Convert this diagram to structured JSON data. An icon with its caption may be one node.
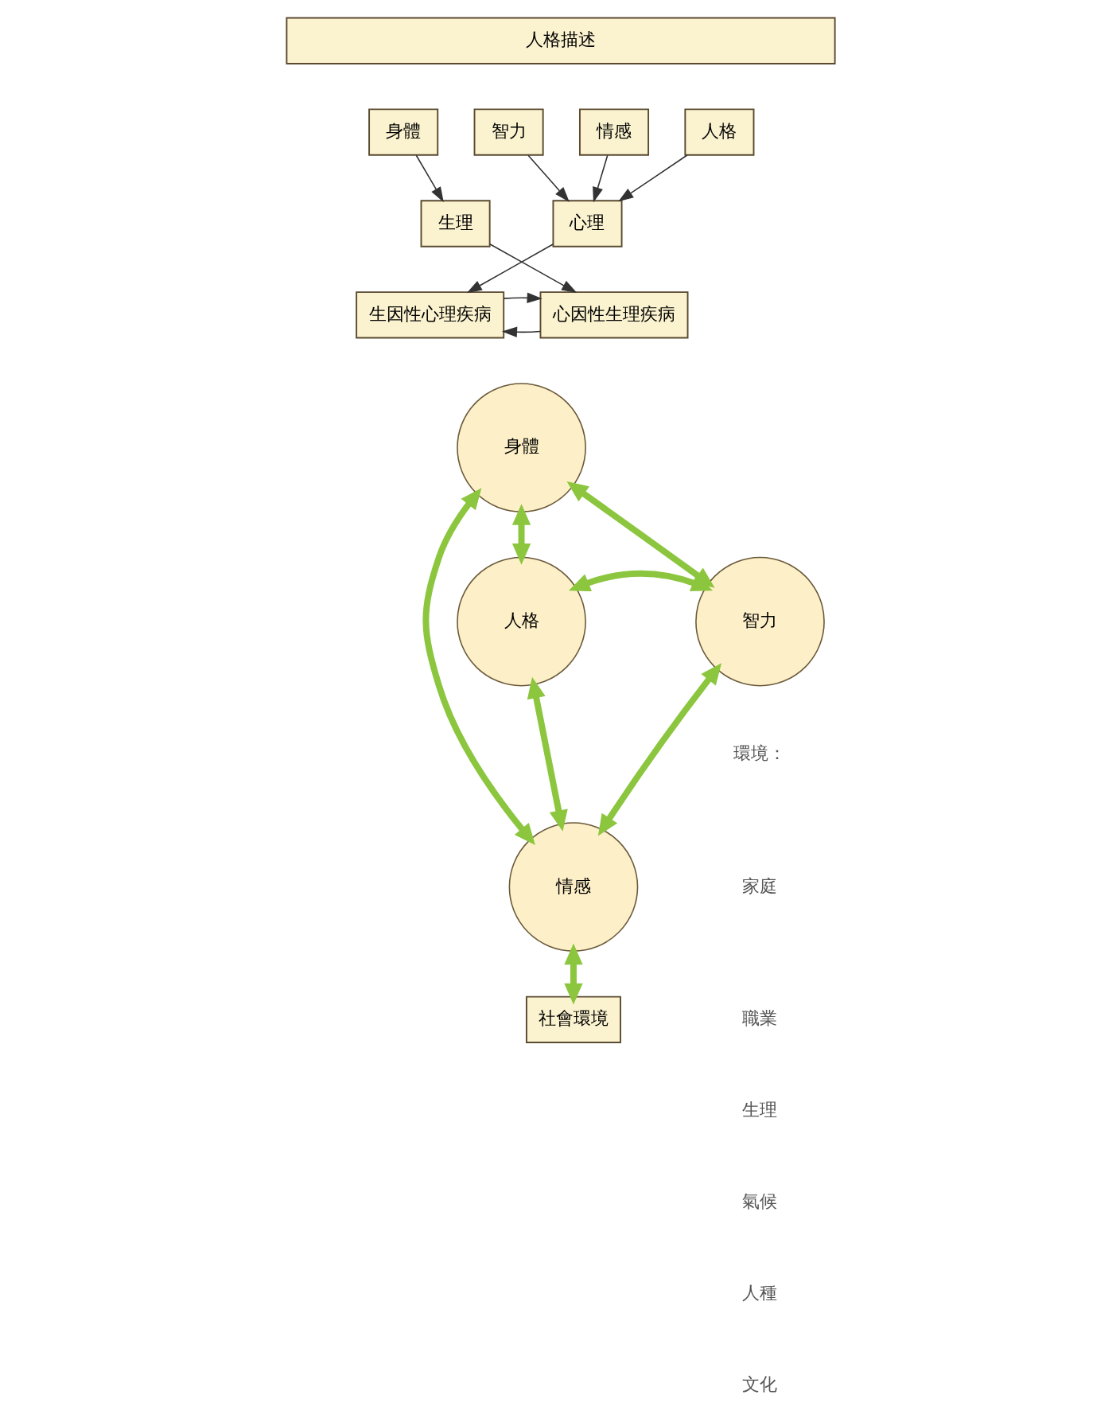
{
  "diagram": {
    "nodes": [
      {
        "text": [
          "人格描述"
        ]
      },
      {
        "text": [
          "身體"
        ]
      },
      {
        "text": [
          "智力"
        ]
      },
      {
        "text": [
          "情感"
        ]
      },
      {
        "text": [
          "人格"
        ]
      },
      {
        "text": [
          "生理"
        ]
      },
      {
        "text": [
          "心理"
        ]
      },
      {
        "text": [
          "生因性心理疾病"
        ]
      },
      {
        "text": [
          "心因性生理疾病"
        ]
      },
      {
        "text": [
          "身體"
        ]
      },
      {
        "text": [
          "人格"
        ]
      },
      {
        "text": [
          "智力"
        ]
      },
      {
        "text": [
          "情感"
        ]
      },
      {
        "text": [
          "社會環境"
        ]
      }
    ],
    "edges": [
      {
        "from": 1,
        "to": 5,
        "arrow": "to"
      },
      {
        "from": 2,
        "to": 6,
        "arrow": "to"
      },
      {
        "from": 3,
        "to": 6,
        "arrow": "to"
      },
      {
        "from": 4,
        "to": 6,
        "arrow": "to"
      },
      {
        "from": 5,
        "to": 8,
        "arrow": "to"
      },
      {
        "from": 6,
        "to": 7,
        "arrow": "to"
      },
      {
        "from": 8,
        "to": 7,
        "arrow": "to"
      },
      {
        "from": 7,
        "to": 8,
        "arrow": "to"
      },
      {
        "from": 9,
        "to": 10,
        "arrow": "both",
        "style": "thick",
        "color": "#8cc63f"
      },
      {
        "from": 9,
        "to": 11,
        "arrow": "both",
        "style": "thick",
        "color": "#8cc63f"
      },
      {
        "from": 10,
        "to": 12,
        "arrow": "both",
        "style": "thick",
        "color": "#8cc63f"
      },
      {
        "from": 11,
        "to": 12,
        "arrow": "both",
        "style": "thick",
        "color": "#8cc63f"
      },
      {
        "from": 10,
        "to": 11,
        "arrow": "both",
        "style": "thick",
        "color": "#8cc63f"
      },
      {
        "from": 9,
        "to": 12,
        "arrow": "both",
        "style": "thick",
        "color": "#8cc63f"
      },
      {
        "from": 12,
        "to": 13,
        "arrow": "both",
        "style": "thick",
        "color": "#8cc63f"
      }
    ],
    "labels": [
      "環境：",
      "家庭",
      "職業",
      "生理",
      "氣候",
      "人種",
      "文化"
    ]
  }
}
